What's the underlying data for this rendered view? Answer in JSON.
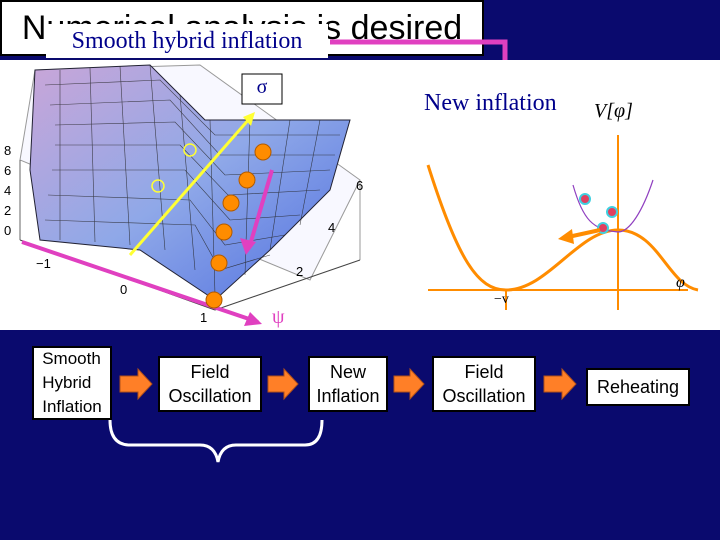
{
  "title": "Smooth hybrid inflation",
  "plot": {
    "sigma_label": "σ",
    "psi_label": "ψ",
    "z_ticks": [
      "0",
      "2",
      "4",
      "6",
      "8"
    ],
    "right_ticks": [
      "2",
      "4",
      "6"
    ],
    "bottom_ticks": [
      "−1",
      "0",
      "1"
    ],
    "left_tick": "−1"
  },
  "new_inflation": {
    "label": "New inflation",
    "potential_label": "V[φ]",
    "phi_axis": "φ",
    "minus_v": "−v"
  },
  "flow": [
    "Smooth\nHybrid\nInflation",
    "Field\nOscillation",
    "New\nInflation",
    "Field\nOscillation",
    "Reheating"
  ],
  "conclusion": "Numerical analysis is desired",
  "colors": {
    "background": "#0a0a6e",
    "arrow": "#e040c0",
    "flow_arrow": "#ff7f27",
    "ball": "#ff8c00",
    "trajectory": "#ffff33"
  }
}
